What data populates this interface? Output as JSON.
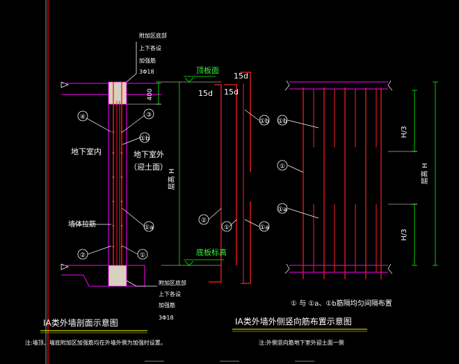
{
  "labels": {
    "hidden_col_top": [
      "附加区底部",
      "上下各设",
      "加强筋",
      "3Φ18"
    ],
    "hidden_col_bottom": [
      "附加区底部",
      "上下各设",
      "加强筋",
      "3Φ18"
    ],
    "dim_400": "400",
    "bar_4": "④",
    "bar_3": "③",
    "bar_1b": "①b",
    "bar_1a": "①a",
    "bar_2": "②",
    "bar_1": "①",
    "indoor": "地下室内",
    "outdoor": "地下室外",
    "outdoor_sub": "（迎土面）",
    "wall_tie": "墙体拉筋",
    "wall_height": "层高 H",
    "top_slab": "顶板面",
    "bottom_slab": "底板标高",
    "lap_15d": "15d",
    "h3": "H/3",
    "section_title": "IA类外墙剖面示意图",
    "elevation_title": "IA类外墙外侧竖向筋布置示意图",
    "elevation_note_1": "① 与 ①a、①b筋隔均匀间隔布置",
    "elevation_note_2": "注:外侧竖向筋地下室外迎土面一侧",
    "section_note": "注:墙顶、墙底附加区加强筋均在外墙外侧为加强时设置。"
  },
  "colors": {
    "background": "#000000",
    "concrete_fill": "#d8d0c0",
    "outline": "#ff00ff",
    "rebar": "#ff2020",
    "dimension": "#00ff00",
    "leader": "#ffffff",
    "text": "#ffffff",
    "title_underline": "#ffff00",
    "grid_line": "#ff0000"
  }
}
